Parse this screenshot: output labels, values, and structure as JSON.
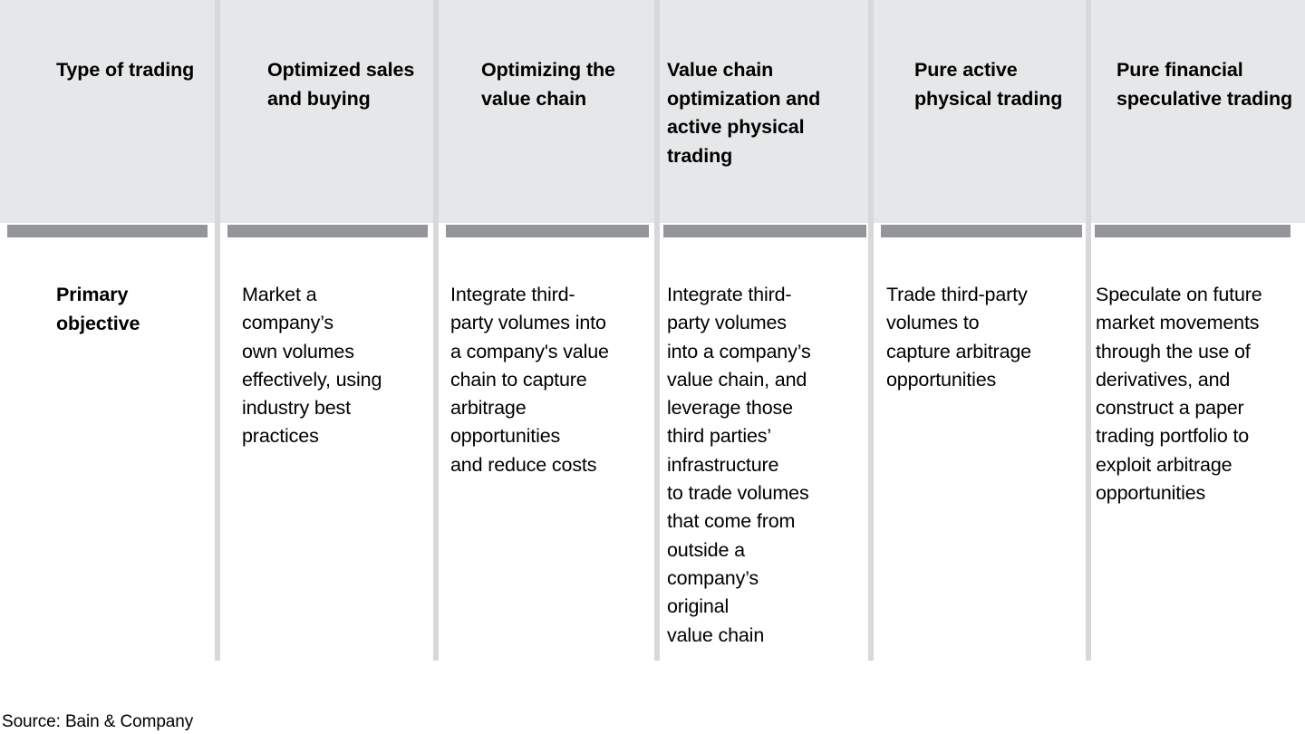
{
  "colors": {
    "header_fill": "#e6e7e8",
    "accent_bar": "#939598",
    "divider": "#d6d8da",
    "text": "#000000",
    "background": "#ffffff"
  },
  "matrix": {
    "row_labels": {
      "header": "Type of\ntrading",
      "body": "Primary\nobjective"
    },
    "columns": [
      {
        "header": "Type of\ntrading",
        "objective": "Primary\nobjective"
      },
      {
        "header": "Optimized\nsales and\nbuying",
        "objective": "Market a\ncompany’s\nown volumes\neffectively, using\nindustry best\npractices"
      },
      {
        "header": "Optimizing\nthe value\nchain",
        "objective": "Integrate third-\nparty volumes into\na company's value\nchain to capture\narbitrage\nopportunities\nand reduce costs"
      },
      {
        "header": "Value chain\noptimization and\nactive physical\ntrading",
        "objective": "Integrate third-\nparty volumes\ninto a company’s\nvalue chain, and\nleverage those\nthird parties’\ninfrastructure\nto trade volumes\nthat come from\noutside a\ncompany’s\noriginal\nvalue chain"
      },
      {
        "header": "Pure active\nphysical\ntrading",
        "objective": "Trade third-party\nvolumes to\ncapture arbitrage\nopportunities"
      },
      {
        "header": "Pure financial\nspeculative\ntrading",
        "objective": "Speculate on future\nmarket movements\nthrough the use of\nderivatives, and\nconstruct a paper\ntrading portfolio to\nexploit arbitrage\nopportunities"
      }
    ]
  },
  "footer": {
    "source": "Source: Bain & Company"
  }
}
